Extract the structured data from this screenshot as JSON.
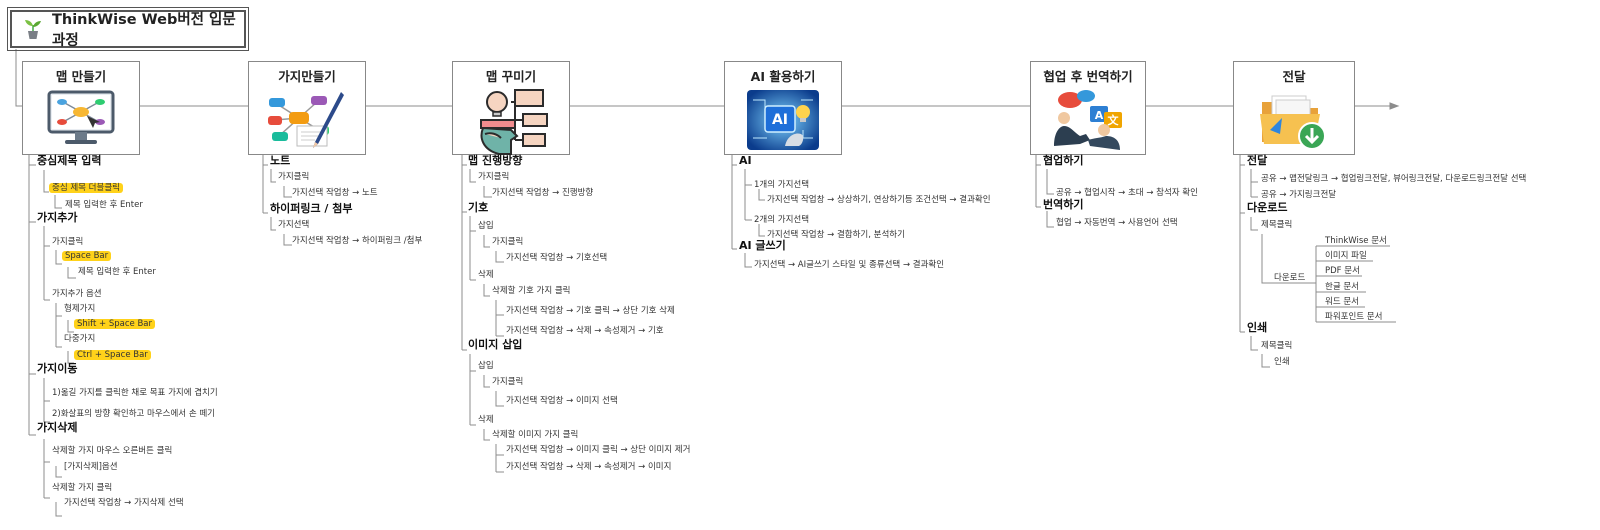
{
  "root": {
    "title": "ThinkWise Web버전 입문과정",
    "icon": "sprout-icon"
  },
  "categories": [
    {
      "title": "맵 만들기",
      "icon": "monitor-mindmap-icon"
    },
    {
      "title": "가지만들기",
      "icon": "branch-pencil-icon"
    },
    {
      "title": "맵 꾸미기",
      "icon": "head-lightbulb-icon"
    },
    {
      "title": "AI 활용하기",
      "icon": "ai-chip-icon"
    },
    {
      "title": "협업 후 번역하기",
      "icon": "handshake-translate-icon"
    },
    {
      "title": "전달",
      "icon": "folder-download-icon"
    }
  ],
  "col1": {
    "h1": "중심제목 입력",
    "h1_a": "중심 제목 더블클릭",
    "h1_b": "제목 입력한 후 Enter",
    "h2": "가지추가",
    "h2_a": "가지클릭",
    "h2_b": "Space Bar",
    "h2_c": "제목 입력한 후 Enter",
    "h2_d": "가지추가 옵션",
    "h2_e": "형제가지",
    "h2_f": "Shift + Space Bar",
    "h2_g": "다중가지",
    "h2_h": "Ctrl + Space Bar",
    "h3": "가지이동",
    "h3_a": "1)옮길 가지를 클릭한 채로 목표 가지에 겹치기",
    "h3_b": "2)화살표의 방향 확인하고 마우스에서 손 떼기",
    "h4": "가지삭제",
    "h4_a": "삭제할 가지 마우스 오른버튼 클릭",
    "h4_b": "[가지삭제]옵션",
    "h4_c": "삭제할 가지 클릭",
    "h4_d": "가지선택 작업창 → 가지삭제 선택"
  },
  "col2": {
    "h1": "노트",
    "h1_a": "가지클릭",
    "h1_b": "가지선택 작업창 → 노트",
    "h2": "하이퍼링크 / 첨부",
    "h2_a": "가지선택",
    "h2_b": "가지선택 작업창 → 하이퍼링크 /첨부"
  },
  "col3": {
    "h1": "맵 진행방향",
    "h1_a": "가지클릭",
    "h1_b": "가지선택 작업창 → 진행방향",
    "h2": "기호",
    "h2_a": "삽입",
    "h2_b": "가지클릭",
    "h2_c": "가지선택 작업창 → 기호선택",
    "h2_d": "삭제",
    "h2_e": "삭제할 기호 가지 클릭",
    "h2_f": "가지선택 작업창 → 기호 클릭 → 상단 기호 삭제",
    "h2_g": "가지선택 작업창 → 삭제 → 속성제거 → 기호",
    "h3": "이미지 삽입",
    "h3_a": "삽입",
    "h3_b": "가지클릭",
    "h3_c": "가지선택 작업창 → 이미지 선택",
    "h3_d": "삭제",
    "h3_e": "삭제할 이미지 가지 클릭",
    "h3_f": "가지선택 작업창 → 이미지 클릭 → 상단 이미지 제거",
    "h3_g": "가지선택 작업창 → 삭제 → 속성제거 → 이미지"
  },
  "col4": {
    "h1": "AI",
    "h1_a": "1개의 가지선택",
    "h1_b": "가지선택 작업창 → 상상하기, 연상하기등 조건선택 → 결과확인",
    "h1_c": "2개의 가지선택",
    "h1_d": "가지선택 작업창 → 결합하기, 분석하기",
    "h2": "AI 글쓰기",
    "h2_a": "가지선택 → AI글쓰기 스타일 및 종류선택 → 결과확인"
  },
  "col5": {
    "h1": "협업하기",
    "h1_a": "공유 → 협업시작 → 초대 → 참석자 확인",
    "h2": "번역하기",
    "h2_a": "협업 → 자동번역 → 사용언어 선택"
  },
  "col6": {
    "h1": "전달",
    "h1_a": "공유 → 맵전달링크 → 협업링크전달, 뷰어링크전달, 다운로드링크전달 선택",
    "h1_b": "공유 → 가지링크전달",
    "h2": "다운로드",
    "h2_a": "제목클릭",
    "h2_b": "다운로드",
    "h2_items": [
      "ThinkWise 문서",
      "이미지 파일",
      "PDF 문서",
      "한글 문서",
      "워드 문서",
      "파워포인트 문서"
    ],
    "h3": "인쇄",
    "h3_a": "제목클릭",
    "h3_b": "인쇄"
  },
  "colors": {
    "line": "#8c8c8c",
    "highlight": "#ffd21a",
    "box_border": "#888888"
  }
}
